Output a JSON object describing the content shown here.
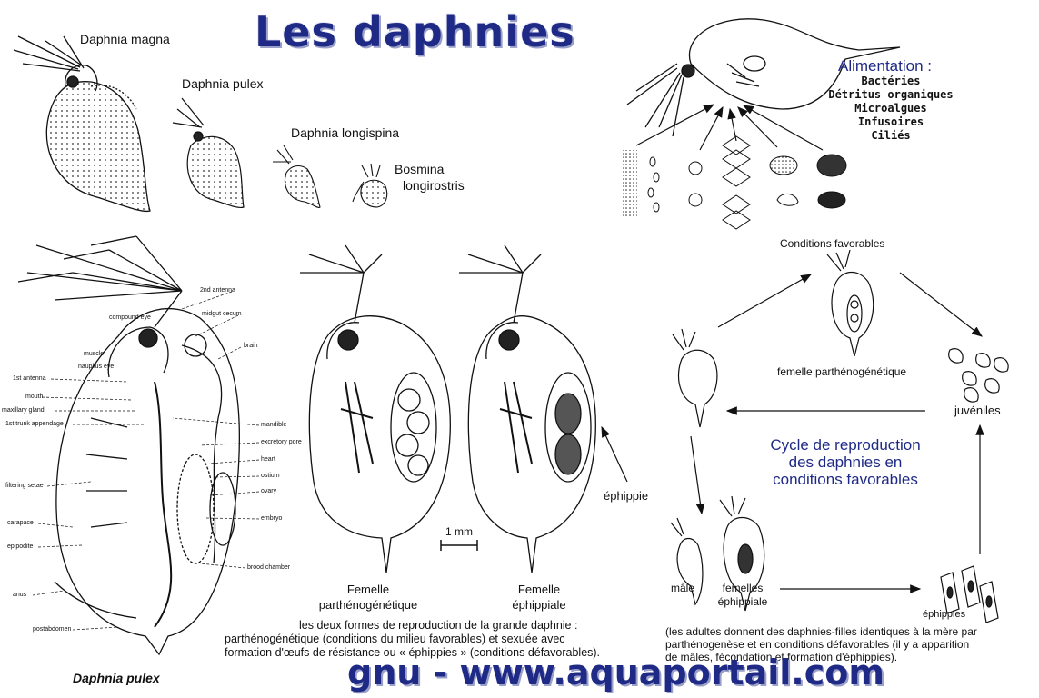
{
  "title": "Les daphnies",
  "footer": "gnu - www.aquaportail.com",
  "species": [
    {
      "name": "Daphnia magna"
    },
    {
      "name": "Daphnia pulex"
    },
    {
      "name": "Daphnia longispina"
    },
    {
      "name": "Bosmina",
      "name2": "longirostris"
    }
  ],
  "alimentation": {
    "heading": "Alimentation :",
    "items": [
      "Bactéries",
      "Détritus organiques",
      "Microalgues",
      "Infusoires",
      "Ciliés"
    ]
  },
  "anatomy": {
    "caption": "Daphnia pulex",
    "labels_right": [
      "2nd antenna",
      "midgut cecum",
      "brain",
      "mandible",
      "excretory pore",
      "heart",
      "ostium",
      "ovary",
      "embryo",
      "brood chamber"
    ],
    "labels_left": [
      "compound eye",
      "muscle",
      "nauplius eye",
      "1st antenna",
      "mouth",
      "maxillary gland",
      "1st trunk appendage",
      "filtering setae",
      "carapace",
      "epipodite",
      "anus",
      "postabdomen"
    ]
  },
  "females": {
    "left_label1": "Femelle",
    "left_label2": "parthénogénétique",
    "right_label1": "Femelle",
    "right_label2": "éphippiale",
    "ephippie": "éphippie",
    "scale": "1 mm",
    "caption_lines": [
      "les deux formes de reproduction de la grande daphnie :",
      "parthénogénétique (conditions du milieu favorables) et sexuée avec",
      "formation d'œufs de résistance ou « éphippies » (conditions défavorables)."
    ]
  },
  "cycle": {
    "conditions": "Conditions favorables",
    "femelle_parth": "femelle parthénogénétique",
    "juveniles": "juvéniles",
    "title_lines": [
      "Cycle de reproduction",
      "des daphnies en",
      "conditions favorables"
    ],
    "male": "mâle",
    "femelles1": "femelles",
    "femelles2": "éphippiale",
    "ephippies": "éphippies",
    "caption_lines": [
      "(les adultes donnent des daphnies-filles identiques à la mère par",
      "parthénogenèse et en conditions défavorables (il y a apparition",
      "de mâles, fécondation et formation d'éphippies)."
    ]
  }
}
